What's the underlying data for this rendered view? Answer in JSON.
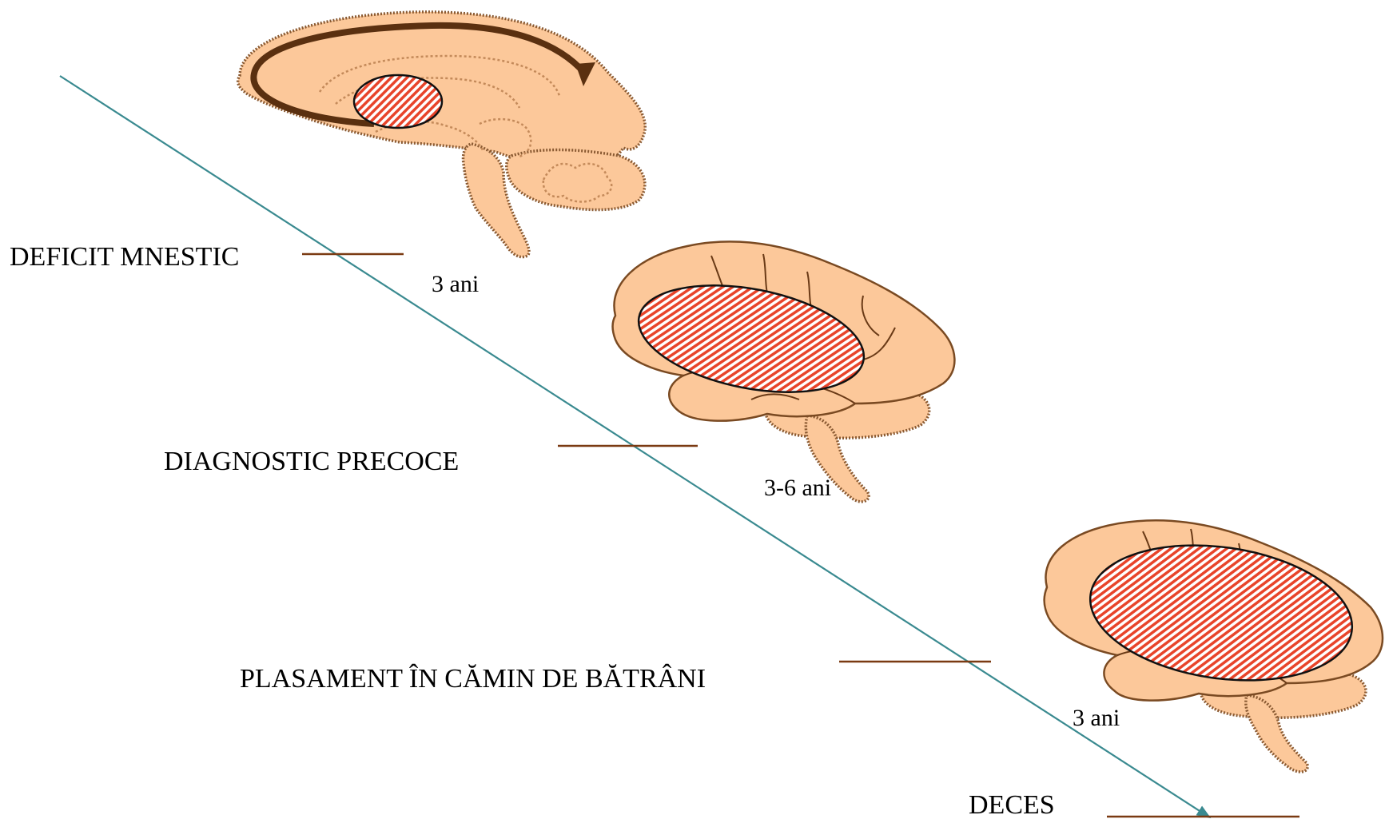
{
  "stages": {
    "deficit": "DEFICIT MNESTIC",
    "diagnostic": "DIAGNOSTIC PRECOCE",
    "plasament": "PLASAMENT ÎN CĂMIN DE BĂTRÂNI",
    "deces": "DECES"
  },
  "durations": {
    "first": "3 ani",
    "second": "3-6 ani",
    "third": "3 ani"
  },
  "colors": {
    "brain_fill": "#FCC89A",
    "brain_outline": "#7A4A22",
    "lesion_red": "#E8442A",
    "tick_line": "#7A3A12",
    "progress_arrow": "#3A8A90",
    "circular_arrow": "#5A3010"
  },
  "icons": {
    "brain_1": "sagittal-brain-icon",
    "brain_2": "lateral-brain-icon",
    "brain_3": "lateral-brain-icon"
  }
}
